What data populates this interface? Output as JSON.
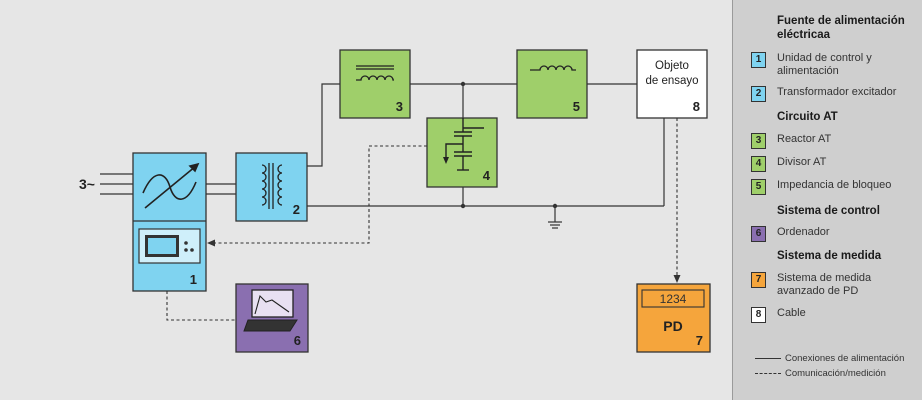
{
  "diagram": {
    "supply_label": "3~",
    "nodes": [
      {
        "id": "1",
        "label": "1"
      },
      {
        "id": "2",
        "label": "2"
      },
      {
        "id": "3",
        "label": "3"
      },
      {
        "id": "4",
        "label": "4"
      },
      {
        "id": "5",
        "label": "5"
      },
      {
        "id": "6",
        "label": "6"
      },
      {
        "id": "7",
        "label": "7"
      },
      {
        "id": "8",
        "label": "8"
      }
    ],
    "test_object_line1": "Objeto",
    "test_object_line2": "de ensayo",
    "pd_display": "1234",
    "pd_label": "PD"
  },
  "legend": {
    "sections": [
      {
        "heading": "Fuente de alimentación eléctricaa",
        "items": [
          {
            "num": "1",
            "text": "Unidad de control y alimentación",
            "color": "#7fd3f0"
          },
          {
            "num": "2",
            "text": "Transformador excitador",
            "color": "#7fd3f0"
          }
        ]
      },
      {
        "heading": "Circuito AT",
        "items": [
          {
            "num": "3",
            "text": "Reactor AT",
            "color": "#9fcf6a"
          },
          {
            "num": "4",
            "text": "Divisor AT",
            "color": "#9fcf6a"
          },
          {
            "num": "5",
            "text": "Impedancia de bloqueo",
            "color": "#9fcf6a"
          }
        ]
      },
      {
        "heading": "Sistema de control",
        "items": [
          {
            "num": "6",
            "text": "Ordenador",
            "color": "#8a6fb0"
          }
        ]
      },
      {
        "heading": "Sistema de medida",
        "items": [
          {
            "num": "7",
            "text": "Sistema de medida avanzado de PD",
            "color": "#f5a53c"
          },
          {
            "num": "8",
            "text": "Cable",
            "color": "#ffffff"
          }
        ]
      }
    ],
    "line_solid": "Conexiones de alimentación",
    "line_dashed": "Comunicación/medición"
  },
  "colors": {
    "supply_blue": "#7fd3f0",
    "ht_green": "#9fcf6a",
    "computer_purple": "#8a6fb0",
    "pd_orange": "#f5a53c",
    "cable_white": "#ffffff"
  }
}
